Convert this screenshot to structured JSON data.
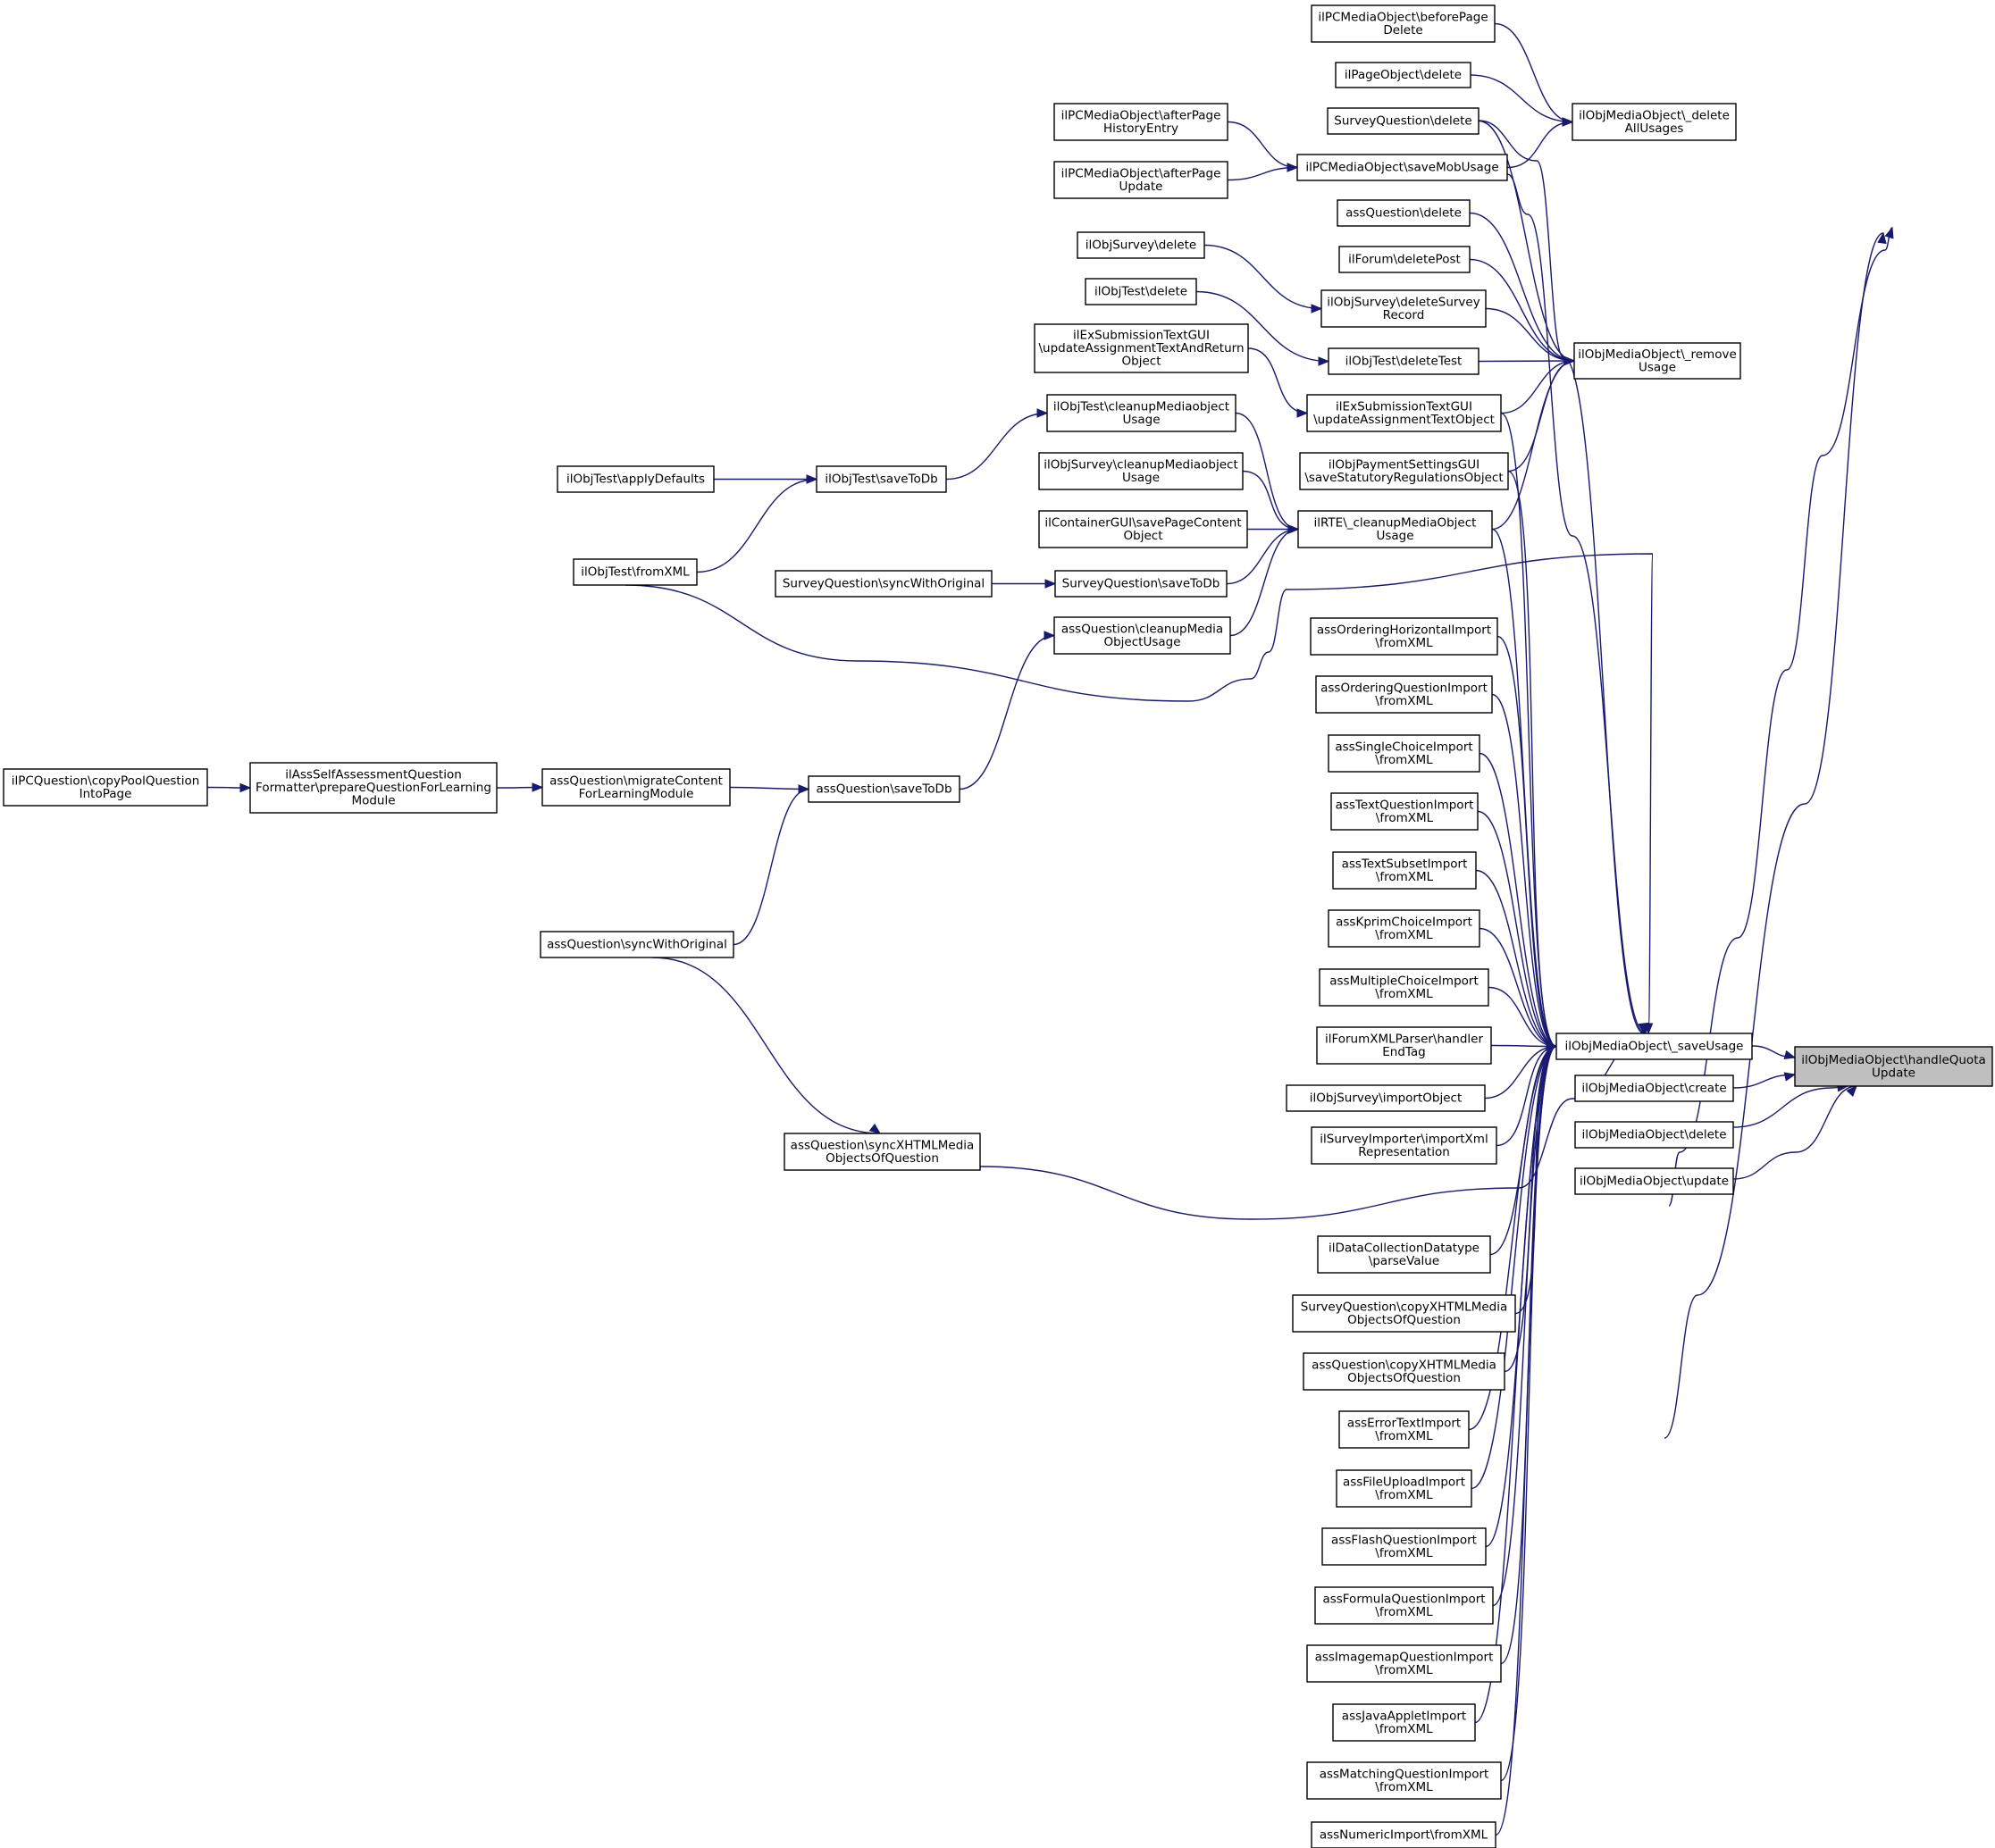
{
  "diagram": {
    "type": "caller-graph",
    "root": "ilObjMediaObject\\handleQuotaUpdate",
    "nodes": [
      {
        "id": "hqu",
        "lines": [
          "ilObjMediaObject\\handleQuota",
          "Update"
        ],
        "root": true
      },
      {
        "id": "save",
        "lines": [
          "ilObjMediaObject\\_saveUsage"
        ]
      },
      {
        "id": "create",
        "lines": [
          "ilObjMediaObject\\create"
        ]
      },
      {
        "id": "del",
        "lines": [
          "ilObjMediaObject\\delete"
        ]
      },
      {
        "id": "upd",
        "lines": [
          "ilObjMediaObject\\update"
        ]
      },
      {
        "id": "delall",
        "lines": [
          "ilObjMediaObject\\_delete",
          "AllUsages"
        ]
      },
      {
        "id": "remove",
        "lines": [
          "ilObjMediaObject\\_remove",
          "Usage"
        ]
      },
      {
        "id": "pcbefore",
        "lines": [
          "ilPCMediaObject\\beforePage",
          "Delete"
        ]
      },
      {
        "id": "pagedel",
        "lines": [
          "ilPageObject\\delete"
        ]
      },
      {
        "id": "svqdel",
        "lines": [
          "SurveyQuestion\\delete"
        ]
      },
      {
        "id": "savemob",
        "lines": [
          "ilPCMediaObject\\saveMobUsage"
        ]
      },
      {
        "id": "afterhist",
        "lines": [
          "ilPCMediaObject\\afterPage",
          "HistoryEntry"
        ]
      },
      {
        "id": "afterupd",
        "lines": [
          "ilPCMediaObject\\afterPage",
          "Update"
        ]
      },
      {
        "id": "assqdel",
        "lines": [
          "assQuestion\\delete"
        ]
      },
      {
        "id": "forumdel",
        "lines": [
          "ilForum\\deletePost"
        ]
      },
      {
        "id": "survdel",
        "lines": [
          "ilObjSurvey\\delete"
        ]
      },
      {
        "id": "survrec",
        "lines": [
          "ilObjSurvey\\deleteSurvey",
          "Record"
        ]
      },
      {
        "id": "testdel",
        "lines": [
          "ilObjTest\\delete"
        ]
      },
      {
        "id": "deltest",
        "lines": [
          "ilObjTest\\deleteTest"
        ]
      },
      {
        "id": "exreturn",
        "lines": [
          "ilExSubmissionTextGUI",
          "\\updateAssignmentTextAndReturn",
          "Object"
        ]
      },
      {
        "id": "exupd",
        "lines": [
          "ilExSubmissionTextGUI",
          "\\updateAssignmentTextObject"
        ]
      },
      {
        "id": "testclean",
        "lines": [
          "ilObjTest\\cleanupMediaobject",
          "Usage"
        ]
      },
      {
        "id": "paysave",
        "lines": [
          "ilObjPaymentSettingsGUI",
          "\\saveStatutoryRegulationsObject"
        ]
      },
      {
        "id": "survclean",
        "lines": [
          "ilObjSurvey\\cleanupMediaobject",
          "Usage"
        ]
      },
      {
        "id": "rte",
        "lines": [
          "ilRTE\\_cleanupMediaObject",
          "Usage"
        ]
      },
      {
        "id": "contsave",
        "lines": [
          "ilContainerGUI\\savePageContent",
          "Object"
        ]
      },
      {
        "id": "svqsave",
        "lines": [
          "SurveyQuestion\\saveToDb"
        ]
      },
      {
        "id": "svqsync",
        "lines": [
          "SurveyQuestion\\syncWithOriginal"
        ]
      },
      {
        "id": "assqclean",
        "lines": [
          "assQuestion\\cleanupMedia",
          "ObjectUsage"
        ]
      },
      {
        "id": "testsave",
        "lines": [
          "ilObjTest\\saveToDb"
        ]
      },
      {
        "id": "applydef",
        "lines": [
          "ilObjTest\\applyDefaults"
        ]
      },
      {
        "id": "testxml",
        "lines": [
          "ilObjTest\\fromXML"
        ]
      },
      {
        "id": "asssave",
        "lines": [
          "assQuestion\\saveToDb"
        ]
      },
      {
        "id": "migrate",
        "lines": [
          "assQuestion\\migrateContent",
          "ForLearningModule"
        ]
      },
      {
        "id": "prepare",
        "lines": [
          "ilAssSelfAssessmentQuestion",
          "Formatter\\prepareQuestionForLearning",
          "Module"
        ]
      },
      {
        "id": "copypool",
        "lines": [
          "ilPCQuestion\\copyPoolQuestion",
          "IntoPage"
        ]
      },
      {
        "id": "asssync",
        "lines": [
          "assQuestion\\syncWithOriginal"
        ]
      },
      {
        "id": "syncx",
        "lines": [
          "assQuestion\\syncXHTMLMedia",
          "ObjectsOfQuestion"
        ]
      },
      {
        "id": "ordh",
        "lines": [
          "assOrderingHorizontalImport",
          "\\fromXML"
        ]
      },
      {
        "id": "ordq",
        "lines": [
          "assOrderingQuestionImport",
          "\\fromXML"
        ]
      },
      {
        "id": "single",
        "lines": [
          "assSingleChoiceImport",
          "\\fromXML"
        ]
      },
      {
        "id": "textq",
        "lines": [
          "assTextQuestionImport",
          "\\fromXML"
        ]
      },
      {
        "id": "textsub",
        "lines": [
          "assTextSubsetImport",
          "\\fromXML"
        ]
      },
      {
        "id": "kprim",
        "lines": [
          "assKprimChoiceImport",
          "\\fromXML"
        ]
      },
      {
        "id": "multi",
        "lines": [
          "assMultipleChoiceImport",
          "\\fromXML"
        ]
      },
      {
        "id": "forumxml",
        "lines": [
          "ilForumXMLParser\\handler",
          "EndTag"
        ]
      },
      {
        "id": "survimp",
        "lines": [
          "ilObjSurvey\\importObject"
        ]
      },
      {
        "id": "survimpxml",
        "lines": [
          "ilSurveyImporter\\importXml",
          "Representation"
        ]
      },
      {
        "id": "dcparse",
        "lines": [
          "ilDataCollectionDatatype",
          "\\parseValue"
        ]
      },
      {
        "id": "svqcopy",
        "lines": [
          "SurveyQuestion\\copyXHTMLMedia",
          "ObjectsOfQuestion"
        ]
      },
      {
        "id": "assqcopy",
        "lines": [
          "assQuestion\\copyXHTMLMedia",
          "ObjectsOfQuestion"
        ]
      },
      {
        "id": "errtext",
        "lines": [
          "assErrorTextImport",
          "\\fromXML"
        ]
      },
      {
        "id": "fileup",
        "lines": [
          "assFileUploadImport",
          "\\fromXML"
        ]
      },
      {
        "id": "flash",
        "lines": [
          "assFlashQuestionImport",
          "\\fromXML"
        ]
      },
      {
        "id": "formula",
        "lines": [
          "assFormulaQuestionImport",
          "\\fromXML"
        ]
      },
      {
        "id": "imagemap",
        "lines": [
          "assImagemapQuestionImport",
          "\\fromXML"
        ]
      },
      {
        "id": "java",
        "lines": [
          "assJavaAppletImport",
          "\\fromXML"
        ]
      },
      {
        "id": "matching",
        "lines": [
          "assMatchingQuestionImport",
          "\\fromXML"
        ]
      },
      {
        "id": "numeric",
        "lines": [
          "assNumericImport\\fromXML"
        ]
      }
    ],
    "edges": [
      [
        "save",
        "hqu"
      ],
      [
        "create",
        "hqu"
      ],
      [
        "del",
        "hqu"
      ],
      [
        "upd",
        "hqu"
      ],
      [
        "delall",
        "hqu"
      ],
      [
        "remove",
        "hqu"
      ],
      [
        "pcbefore",
        "delall"
      ],
      [
        "pagedel",
        "delall"
      ],
      [
        "savemob",
        "delall"
      ],
      [
        "afterhist",
        "savemob"
      ],
      [
        "afterupd",
        "savemob"
      ],
      [
        "svqdel",
        "remove"
      ],
      [
        "assqdel",
        "remove"
      ],
      [
        "forumdel",
        "remove"
      ],
      [
        "survrec",
        "remove"
      ],
      [
        "deltest",
        "remove"
      ],
      [
        "exupd",
        "remove"
      ],
      [
        "paysave",
        "remove"
      ],
      [
        "rte",
        "remove"
      ],
      [
        "survdel",
        "survrec"
      ],
      [
        "testdel",
        "deltest"
      ],
      [
        "exreturn",
        "exupd"
      ],
      [
        "testclean",
        "rte"
      ],
      [
        "survclean",
        "rte"
      ],
      [
        "contsave",
        "rte"
      ],
      [
        "svqsave",
        "rte"
      ],
      [
        "assqclean",
        "rte"
      ],
      [
        "svqsync",
        "svqsave"
      ],
      [
        "testsave",
        "testclean"
      ],
      [
        "applydef",
        "testsave"
      ],
      [
        "testxml",
        "testsave"
      ],
      [
        "asssave",
        "assqclean"
      ],
      [
        "migrate",
        "asssave"
      ],
      [
        "prepare",
        "migrate"
      ],
      [
        "copypool",
        "prepare"
      ],
      [
        "asssync",
        "asssave"
      ],
      [
        "asssync",
        "syncx"
      ],
      [
        "savemob",
        "save"
      ],
      [
        "exupd",
        "save"
      ],
      [
        "paysave",
        "save"
      ],
      [
        "rte",
        "save"
      ],
      [
        "testxml",
        "save"
      ],
      [
        "syncx",
        "save"
      ],
      [
        "svqdel",
        "save"
      ],
      [
        "ordh",
        "save"
      ],
      [
        "ordq",
        "save"
      ],
      [
        "single",
        "save"
      ],
      [
        "textq",
        "save"
      ],
      [
        "textsub",
        "save"
      ],
      [
        "kprim",
        "save"
      ],
      [
        "multi",
        "save"
      ],
      [
        "forumxml",
        "save"
      ],
      [
        "survimp",
        "save"
      ],
      [
        "survimpxml",
        "save"
      ],
      [
        "dcparse",
        "save"
      ],
      [
        "svqcopy",
        "save"
      ],
      [
        "assqcopy",
        "save"
      ],
      [
        "errtext",
        "save"
      ],
      [
        "fileup",
        "save"
      ],
      [
        "flash",
        "save"
      ],
      [
        "formula",
        "save"
      ],
      [
        "imagemap",
        "save"
      ],
      [
        "java",
        "save"
      ],
      [
        "matching",
        "save"
      ],
      [
        "numeric",
        "save"
      ]
    ],
    "colors": {
      "edge": "#191970",
      "node_border": "#000000",
      "node_fill": "#ffffff",
      "root_fill": "#bfbfbf",
      "text": "#000000"
    }
  }
}
